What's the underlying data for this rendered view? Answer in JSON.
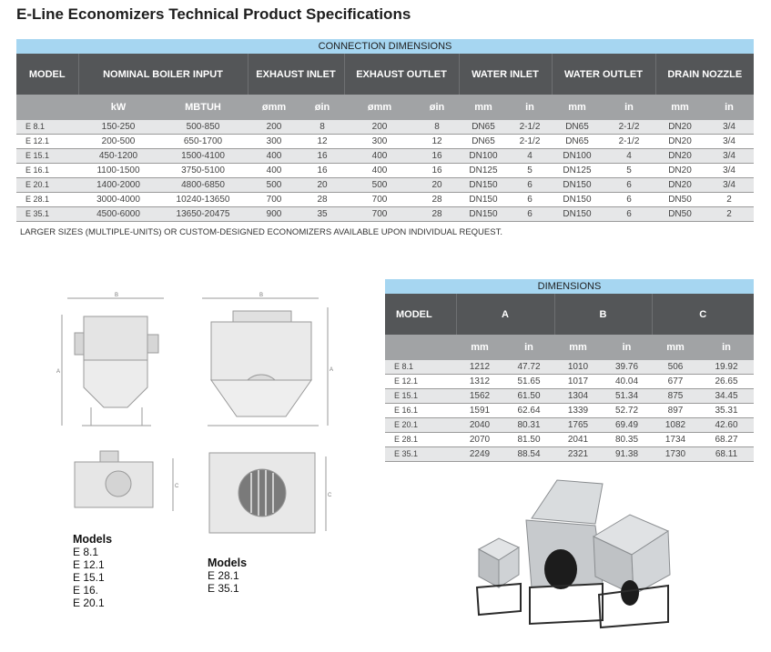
{
  "title": "E-Line Economizers Technical Product Specifications",
  "connection": {
    "caption": "CONNECTION DIMENSIONS",
    "headers": [
      "MODEL",
      "NOMINAL BOILER INPUT",
      "EXHAUST INLET",
      "EXHAUST OUTLET",
      "WATER INLET",
      "WATER OUTLET",
      "DRAIN NOZZLE"
    ],
    "units": [
      "",
      "kW",
      "MBTUH",
      "ømm",
      "øin",
      "ømm",
      "øin",
      "mm",
      "in",
      "mm",
      "in",
      "mm",
      "in"
    ],
    "rows": [
      [
        "E 8.1",
        "150-250",
        "500-850",
        "200",
        "8",
        "200",
        "8",
        "DN65",
        "2-1/2",
        "DN65",
        "2-1/2",
        "DN20",
        "3/4"
      ],
      [
        "E 12.1",
        "200-500",
        "650-1700",
        "300",
        "12",
        "300",
        "12",
        "DN65",
        "2-1/2",
        "DN65",
        "2-1/2",
        "DN20",
        "3/4"
      ],
      [
        "E 15.1",
        "450-1200",
        "1500-4100",
        "400",
        "16",
        "400",
        "16",
        "DN100",
        "4",
        "DN100",
        "4",
        "DN20",
        "3/4"
      ],
      [
        "E 16.1",
        "1100-1500",
        "3750-5100",
        "400",
        "16",
        "400",
        "16",
        "DN125",
        "5",
        "DN125",
        "5",
        "DN20",
        "3/4"
      ],
      [
        "E 20.1",
        "1400-2000",
        "4800-6850",
        "500",
        "20",
        "500",
        "20",
        "DN150",
        "6",
        "DN150",
        "6",
        "DN20",
        "3/4"
      ],
      [
        "E 28.1",
        "3000-4000",
        "10240-13650",
        "700",
        "28",
        "700",
        "28",
        "DN150",
        "6",
        "DN150",
        "6",
        "DN50",
        "2"
      ],
      [
        "E 35.1",
        "4500-6000",
        "13650-20475",
        "900",
        "35",
        "700",
        "28",
        "DN150",
        "6",
        "DN150",
        "6",
        "DN50",
        "2"
      ]
    ],
    "note": "LARGER SIZES (MULTIPLE-UNITS) OR CUSTOM-DESIGNED ECONOMIZERS AVAILABLE UPON INDIVIDUAL REQUEST."
  },
  "dimensions": {
    "caption": "DIMENSIONS",
    "headers": [
      "MODEL",
      "A",
      "B",
      "C"
    ],
    "units": [
      "",
      "mm",
      "in",
      "mm",
      "in",
      "mm",
      "in"
    ],
    "rows": [
      [
        "E 8.1",
        "1212",
        "47.72",
        "1010",
        "39.76",
        "506",
        "19.92"
      ],
      [
        "E 12.1",
        "1312",
        "51.65",
        "1017",
        "40.04",
        "677",
        "26.65"
      ],
      [
        "E 15.1",
        "1562",
        "61.50",
        "1304",
        "51.34",
        "875",
        "34.45"
      ],
      [
        "E 16.1",
        "1591",
        "62.64",
        "1339",
        "52.72",
        "897",
        "35.31"
      ],
      [
        "E 20.1",
        "2040",
        "80.31",
        "1765",
        "69.49",
        "1082",
        "42.60"
      ],
      [
        "E 28.1",
        "2070",
        "81.50",
        "2041",
        "80.35",
        "1734",
        "68.27"
      ],
      [
        "E 35.1",
        "2249",
        "88.54",
        "2321",
        "91.38",
        "1730",
        "68.11"
      ]
    ]
  },
  "drawing_labels": {
    "a": "A",
    "b": "B",
    "c": "C"
  },
  "models_small": {
    "heading": "Models",
    "items": [
      "E 8.1",
      "E 12.1",
      "E 15.1",
      "E 16.",
      "E 20.1"
    ]
  },
  "models_large": {
    "heading": "Models",
    "items": [
      "E 28.1",
      "E 35.1"
    ]
  },
  "colors": {
    "caption": "#a6d6f1",
    "header": "#545658",
    "subheader": "#a1a3a5",
    "stripe": "#e6e7e8"
  }
}
